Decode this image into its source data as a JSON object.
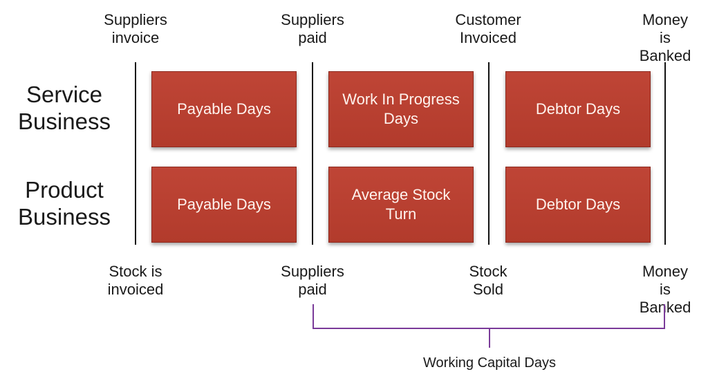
{
  "top_labels": [
    "Suppliers\ninvoice",
    "Suppliers\npaid",
    "Customer\nInvoiced",
    "Money is\nBanked"
  ],
  "bottom_labels": [
    "Stock is\ninvoiced",
    "Suppliers\npaid",
    "Stock\nSold",
    "Money is\nBanked"
  ],
  "rows": [
    {
      "label": "Service\nBusiness",
      "boxes": [
        "Payable Days",
        "Work In Progress\nDays",
        "Debtor Days"
      ]
    },
    {
      "label": "Product\nBusiness",
      "boxes": [
        "Payable Days",
        "Average Stock\nTurn",
        "Debtor Days"
      ]
    }
  ],
  "bracket_label": "Working Capital Days",
  "colors": {
    "box_fill": "#b5402f",
    "bracket": "#7a3a99",
    "lines": "#111111"
  }
}
